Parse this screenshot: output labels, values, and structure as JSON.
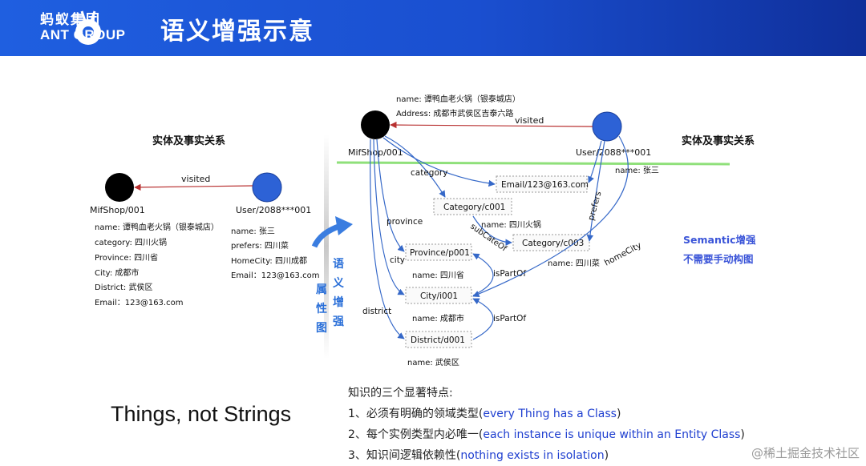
{
  "header": {
    "logo_cn": "蚂蚁集团",
    "logo_en": "ANT GROUP",
    "title": "语义增强示意"
  },
  "left": {
    "section_label": "实体及事实关系",
    "shop_label": "MifShop/001",
    "user_label": "User/2088***001",
    "edge_visited": "visited",
    "shop_props": [
      "name: 谭鸭血老火锅（银泰城店）",
      "category: 四川火锅",
      "Province: 四川省",
      "City: 成都市",
      "District: 武侯区",
      "Email：123@163.com"
    ],
    "user_props": [
      "name: 张三",
      "prefers: 四川菜",
      "HomeCity: 四川成都",
      "Email：123@163.com"
    ]
  },
  "middle": {
    "vertical_a": [
      "属",
      "性",
      "图"
    ],
    "vertical_b": [
      "语",
      "义",
      "增",
      "强"
    ]
  },
  "right": {
    "section_label": "实体及事实关系",
    "shop_label": "MifShop/001",
    "user_label": "User/2088***001",
    "shop_name": "name: 谭鸭血老火锅（银泰城店）",
    "shop_address": "Address: 成都市武侯区吉泰六路",
    "edges": {
      "visited": "visited",
      "category": "category",
      "province": "province",
      "city": "city",
      "district": "district",
      "subCateOf": "subCateOf",
      "isPartOf1": "isPartOf",
      "isPartOf2": "isPartOf",
      "prefers": "prefers",
      "homeCity": "homeCity",
      "user_name": "name: 张三"
    },
    "nodes": {
      "email": "Email/123@163.com",
      "category1": "Category/c001",
      "category1_name": "name: 四川火锅",
      "category2": "Category/c003",
      "category2_name": "name: 四川菜",
      "province": "Province/p001",
      "province_name": "name: 四川省",
      "city": "City/i001",
      "city_name": "name: 成都市",
      "district": "District/d001",
      "district_name": "name: 武侯区"
    },
    "semantic_note": [
      "Semantic增强",
      "不需要手动构图"
    ]
  },
  "bottom": {
    "slogan": "Things, not Strings",
    "points_title": "知识的三个显著特点:",
    "points": [
      {
        "cn": "1、必须有明确的领域类型(",
        "en": "every Thing has a Class",
        "end": ")"
      },
      {
        "cn": "2、每个实例类型内必唯一(",
        "en": "each instance is unique within an Entity Class",
        "end": ")"
      },
      {
        "cn": "3、知识间逻辑依赖性(",
        "en": "nothing exists in isolation",
        "end": ")"
      }
    ],
    "watermark": "@稀土掘金技术社区"
  },
  "colors": {
    "header_blue": "#1f5fe0",
    "entity_blue": "#2d62d6",
    "edge_blue": "#3568c8",
    "edge_red": "#b83030",
    "green_line": "#8fe07a",
    "accent_text": "#1f3fd0"
  }
}
